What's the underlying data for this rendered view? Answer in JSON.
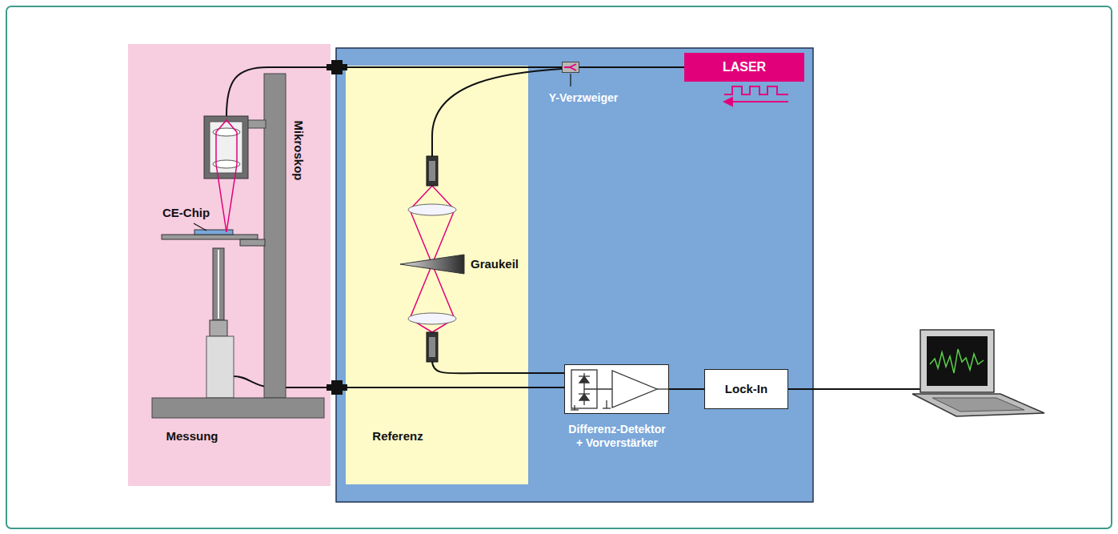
{
  "diagram": {
    "nodes": [
      {
        "text": [
          "Messung"
        ]
      },
      {
        "text": [
          "Referenz"
        ]
      },
      {
        "text": [
          "Y-Verzweiger"
        ]
      },
      {
        "text": [
          "LASER"
        ]
      },
      {
        "text": [
          "Differenz-Detektor + Vorverstärker"
        ]
      },
      {
        "text": [
          "Lock-In"
        ]
      }
    ],
    "edges": [
      {
        "from": 2,
        "to": 3,
        "arrow": "none"
      },
      {
        "from": 4,
        "to": 5,
        "arrow": "none"
      }
    ],
    "labels": [
      "CE-Chip",
      "Mikroskop",
      "Graukeil"
    ]
  }
}
